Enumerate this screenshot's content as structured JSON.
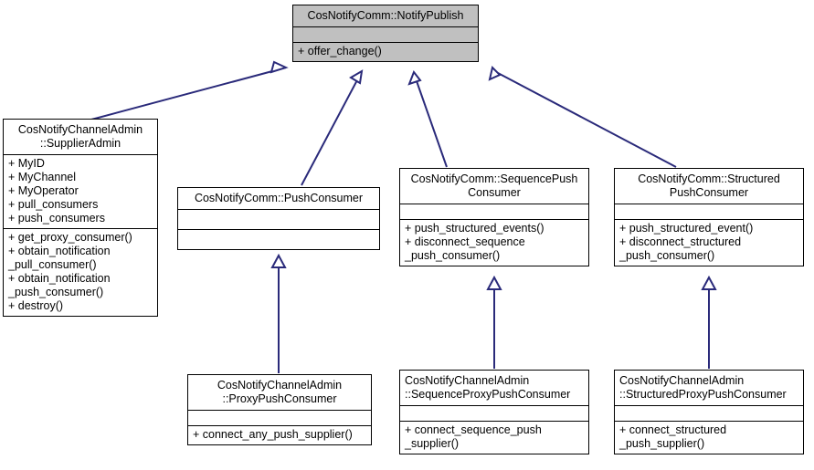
{
  "diagram": {
    "type": "uml-class-inheritance",
    "title": "CosNotifyComm::NotifyPublish inheritance diagram",
    "line_color": "#2a2a7a",
    "root_fill": "#c0c0c0",
    "box_fill": "#ffffff",
    "border_color": "#000000",
    "background": "#ffffff"
  },
  "classes": {
    "notify_publish": {
      "name": "CosNotifyComm::NotifyPublish",
      "attributes": "",
      "operations": "+ offer_change()"
    },
    "supplier_admin": {
      "name": "CosNotifyChannelAdmin\n::SupplierAdmin",
      "attributes": "+ MyID\n+ MyChannel\n+ MyOperator\n+ pull_consumers\n+ push_consumers",
      "operations": "+ get_proxy_consumer()\n+ obtain_notification\n_pull_consumer()\n+ obtain_notification\n_push_consumer()\n+ destroy()"
    },
    "push_consumer": {
      "name": "CosNotifyComm::PushConsumer",
      "attributes": "",
      "operations": ""
    },
    "sequence_push_consumer": {
      "name": "CosNotifyComm::SequencePush\nConsumer",
      "attributes": "",
      "operations": "+ push_structured_events()\n+ disconnect_sequence\n_push_consumer()"
    },
    "structured_push_consumer": {
      "name": "CosNotifyComm::Structured\nPushConsumer",
      "attributes": "",
      "operations": "+ push_structured_event()\n+ disconnect_structured\n_push_consumer()"
    },
    "proxy_push_consumer": {
      "name": "CosNotifyChannelAdmin\n::ProxyPushConsumer",
      "attributes": "",
      "operations": "+ connect_any_push_supplier()"
    },
    "sequence_proxy_push_consumer": {
      "name": "CosNotifyChannelAdmin\n::SequenceProxyPushConsumer",
      "attributes": "",
      "operations": "+ connect_sequence_push\n_supplier()"
    },
    "structured_proxy_push_consumer": {
      "name": "CosNotifyChannelAdmin\n::StructuredProxyPushConsumer",
      "attributes": "",
      "operations": "+ connect_structured\n_push_supplier()"
    }
  }
}
